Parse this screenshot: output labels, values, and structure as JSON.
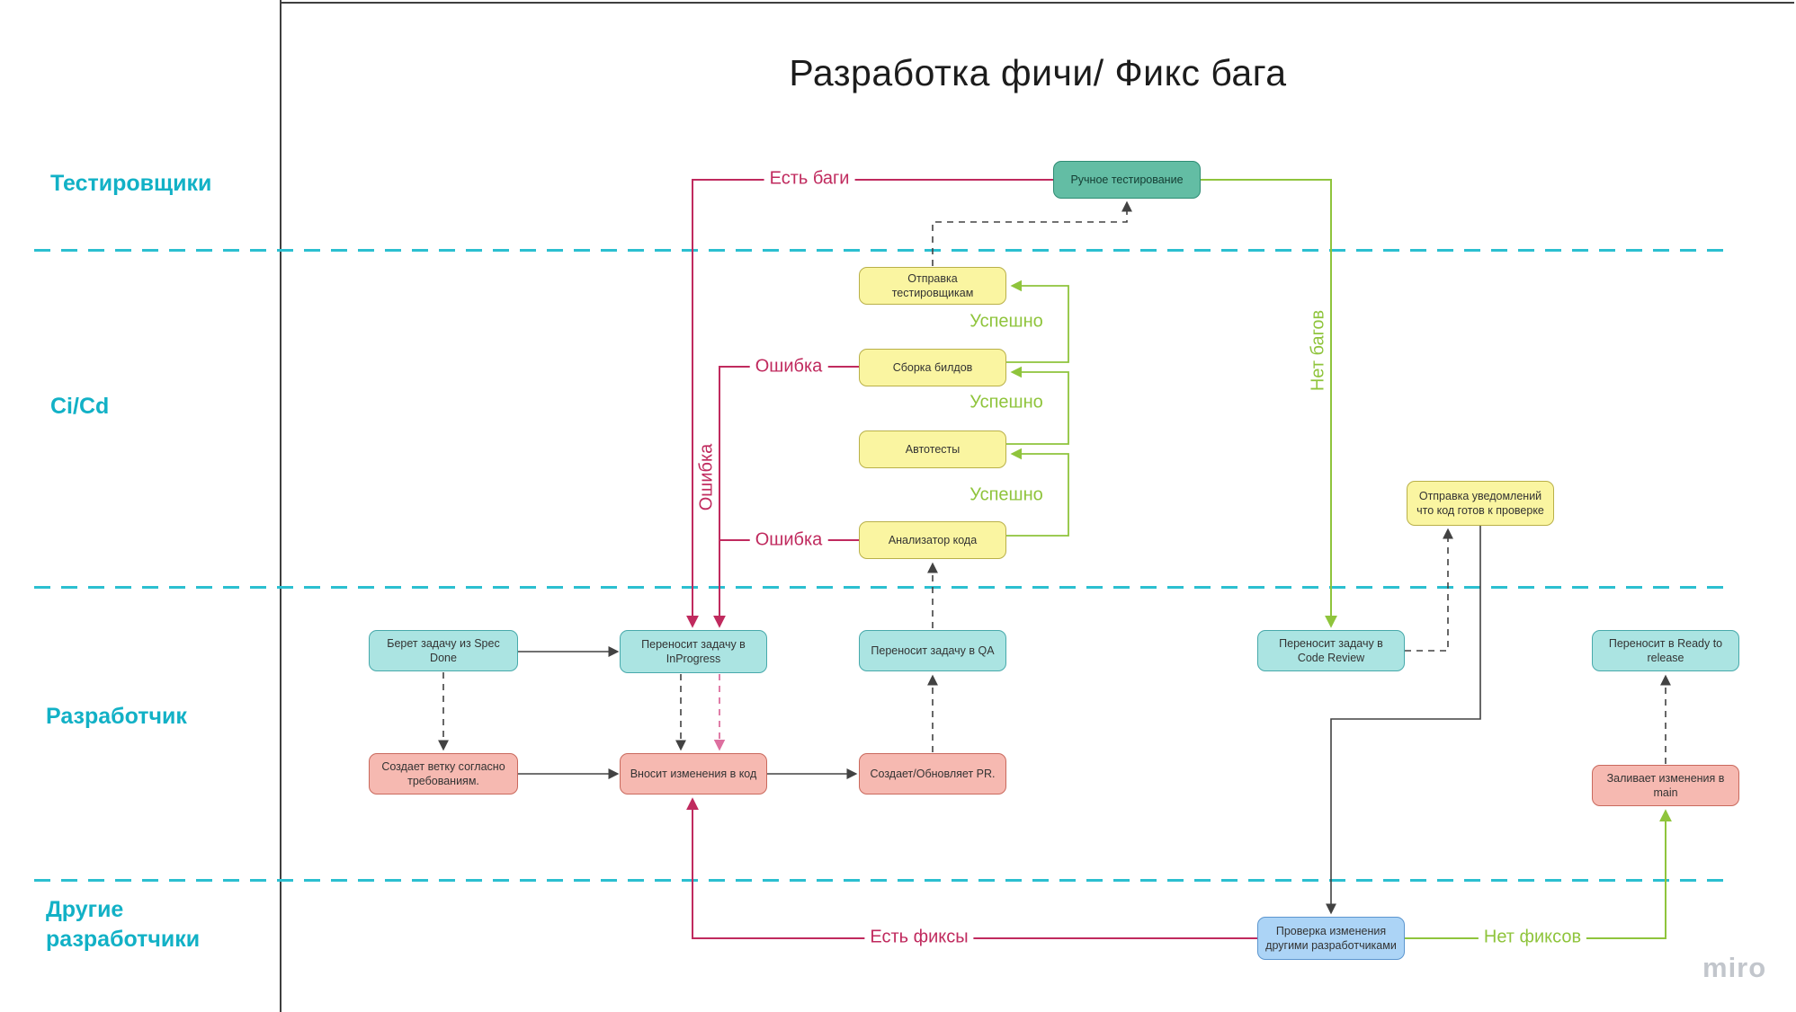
{
  "title": "Разработка фичи/ Фикс бага",
  "watermark": "miro",
  "lanes": {
    "testers": "Тестировщики",
    "cicd": "Ci/Cd",
    "developer": "Разработчик",
    "other_devs": "Другие разработчики"
  },
  "nodes": {
    "manual_testing": "Ручное тестирование",
    "send_to_testers": "Отправка тестировщикам",
    "build": "Сборка билдов",
    "autotests": "Автотесты",
    "code_analyzer": "Анализатор кода",
    "notify_ready": "Отправка уведомлений что код готов к проверке",
    "take_task": "Берет задачу из Spec Done",
    "to_inprogress": "Переносит задачу в InProgress",
    "to_qa": "Переносит задачу в QA",
    "to_code_review": "Переносит задачу в Code Review",
    "to_ready_release": "Переносит в Ready to release",
    "create_branch": "Создает ветку согласно требованиям.",
    "edit_code": "Вносит изменения в код",
    "create_pr": "Создает/Обновляет PR.",
    "merge_main": "Заливает изменения в main",
    "peer_review": "Проверка изменения другими разработчиками"
  },
  "edge_labels": {
    "has_bugs": "Есть баги",
    "no_bugs": "Нет багов",
    "error": "Ошибка",
    "success": "Успешно",
    "has_fixes": "Есть фиксы",
    "no_fixes": "Нет фиксов"
  },
  "colors": {
    "lane_line": "#2bbfd0",
    "lane_label": "#12b1c6",
    "crimson": "#c02a5e",
    "pink_dashed": "#dd6f9f",
    "green": "#8fc43c",
    "black_edge": "#424242",
    "yellow_fill": "#faf5a1",
    "cyan_fill": "#abe4e2",
    "pink_fill": "#f6b9b1",
    "teal_fill": "#63bda4",
    "blue_fill": "#acd4f6"
  }
}
